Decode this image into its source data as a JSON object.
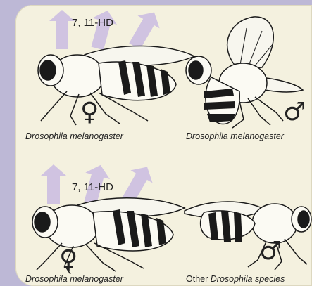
{
  "panels": [
    {
      "pheromone_label": "7, 11-HD",
      "female_symbol": "♀",
      "male_symbol": "♂",
      "left_caption": {
        "italic": "Drosophila melanogaster",
        "plain": ""
      },
      "right_caption": {
        "plain": "",
        "italic": "Drosophila melanogaster"
      }
    },
    {
      "pheromone_label": "7, 11-HD",
      "female_symbol": "♀",
      "male_symbol": "♂",
      "left_caption": {
        "italic": "Drosophila melanogaster",
        "plain": ""
      },
      "right_caption": {
        "plain": "Other ",
        "italic": "Drosophila species"
      }
    }
  ],
  "colors": {
    "background": "#bdb8d6",
    "panel": "#f4f1df",
    "arrow": "#c8b8e0",
    "ink": "#1a1a1a"
  }
}
